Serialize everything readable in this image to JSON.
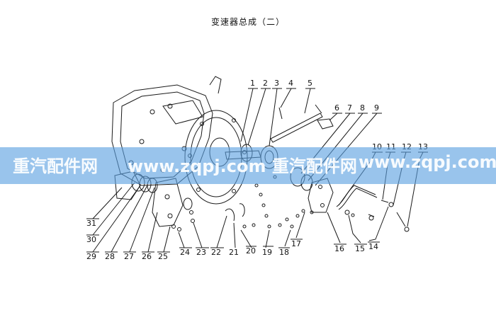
{
  "title": "变速器总成（二）",
  "callouts": [
    "1",
    "2",
    "3",
    "4",
    "5",
    "6",
    "7",
    "8",
    "9",
    "10",
    "11",
    "12",
    "13",
    "14",
    "15",
    "16",
    "17",
    "18",
    "19",
    "20",
    "21",
    "22",
    "23",
    "24",
    "25",
    "26",
    "27",
    "28",
    "29",
    "30",
    "31"
  ],
  "watermark": {
    "left_text": "重汽配件网",
    "center_text": "www.zqpj.com 重汽配件网",
    "right_text": "www.zqpj.com"
  },
  "colors": {
    "line": "#1a1a1a",
    "watermark": "#5aa0e1"
  }
}
